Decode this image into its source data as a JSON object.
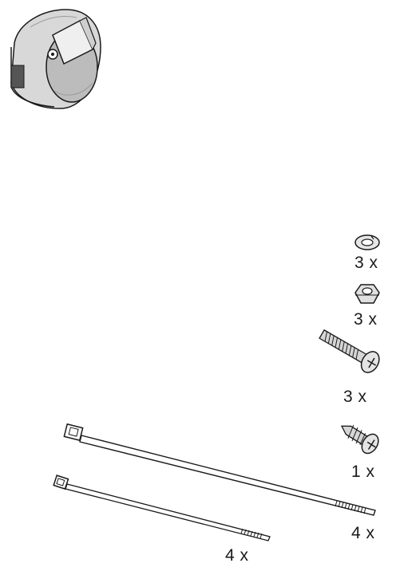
{
  "parts": {
    "socket": {
      "icon": "trailer-socket-icon"
    },
    "washer": {
      "icon": "lock-washer-icon",
      "quantity": "3 x"
    },
    "nut": {
      "icon": "hex-nut-icon",
      "quantity": "3 x"
    },
    "bolt": {
      "icon": "machine-screw-icon",
      "quantity": "3 x"
    },
    "self_tapping_screw": {
      "icon": "self-tapping-screw-icon",
      "quantity": "1 x"
    },
    "long_cable_tie": {
      "icon": "cable-tie-long-icon",
      "quantity": "4 x"
    },
    "short_cable_tie": {
      "icon": "cable-tie-short-icon",
      "quantity": "4 x"
    }
  }
}
